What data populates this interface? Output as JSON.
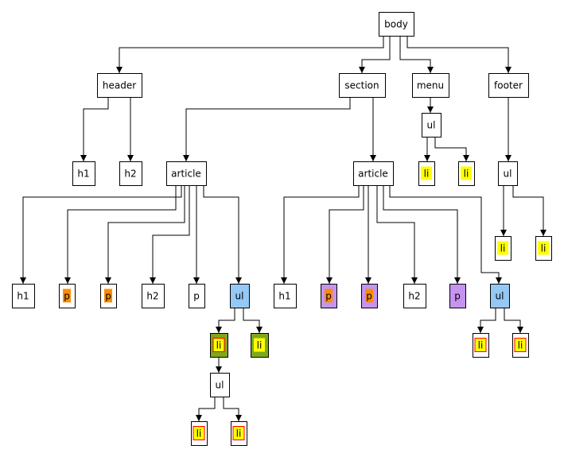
{
  "colors": {
    "plain": "#ffffff",
    "yellow": "#ffff00",
    "orange": "#ff8c00",
    "purple": "#c593f0",
    "blue": "#94c8f5",
    "green": "#7ca91c",
    "red_border": "#ff0000"
  },
  "nodes": [
    {
      "id": "body",
      "label": "body",
      "fill": "plain"
    },
    {
      "id": "header",
      "label": "header",
      "fill": "plain"
    },
    {
      "id": "section",
      "label": "section",
      "fill": "plain"
    },
    {
      "id": "menu",
      "label": "menu",
      "fill": "plain"
    },
    {
      "id": "footer",
      "label": "footer",
      "fill": "plain"
    },
    {
      "id": "header-h1",
      "label": "h1",
      "fill": "plain"
    },
    {
      "id": "header-h2",
      "label": "h2",
      "fill": "plain"
    },
    {
      "id": "article-1",
      "label": "article",
      "fill": "plain"
    },
    {
      "id": "article-2",
      "label": "article",
      "fill": "plain"
    },
    {
      "id": "menu-ul",
      "label": "ul",
      "fill": "plain"
    },
    {
      "id": "menu-li-1",
      "label": "li",
      "fill": "plain",
      "inner": "yellow"
    },
    {
      "id": "menu-li-2",
      "label": "li",
      "fill": "plain",
      "inner": "yellow"
    },
    {
      "id": "footer-ul",
      "label": "ul",
      "fill": "plain"
    },
    {
      "id": "footer-li-1",
      "label": "li",
      "fill": "plain",
      "inner": "yellow"
    },
    {
      "id": "footer-li-2",
      "label": "li",
      "fill": "plain",
      "inner": "yellow"
    },
    {
      "id": "a1-h1",
      "label": "h1",
      "fill": "plain"
    },
    {
      "id": "a1-p1",
      "label": "p",
      "fill": "plain",
      "inner": "orange"
    },
    {
      "id": "a1-p2",
      "label": "p",
      "fill": "plain",
      "inner": "orange"
    },
    {
      "id": "a1-h2",
      "label": "h2",
      "fill": "plain"
    },
    {
      "id": "a1-p3",
      "label": "p",
      "fill": "plain"
    },
    {
      "id": "a1-ul",
      "label": "ul",
      "fill": "blue"
    },
    {
      "id": "a1-li-1",
      "label": "li",
      "fill": "green",
      "inner": "yellow",
      "inner_border": "red_border"
    },
    {
      "id": "a1-li-2",
      "label": "li",
      "fill": "green",
      "inner": "yellow"
    },
    {
      "id": "a1-sub-ul",
      "label": "ul",
      "fill": "plain"
    },
    {
      "id": "a1-sub-li-1",
      "label": "li",
      "fill": "plain",
      "inner": "yellow",
      "inner_border": "red_border"
    },
    {
      "id": "a1-sub-li-2",
      "label": "li",
      "fill": "plain",
      "inner": "yellow",
      "inner_border": "red_border"
    },
    {
      "id": "a2-h1",
      "label": "h1",
      "fill": "plain"
    },
    {
      "id": "a2-p1",
      "label": "p",
      "fill": "purple",
      "inner": "orange"
    },
    {
      "id": "a2-p2",
      "label": "p",
      "fill": "purple",
      "inner": "orange"
    },
    {
      "id": "a2-h2",
      "label": "h2",
      "fill": "plain"
    },
    {
      "id": "a2-p3",
      "label": "p",
      "fill": "purple"
    },
    {
      "id": "a2-ul",
      "label": "ul",
      "fill": "blue"
    },
    {
      "id": "a2-li-1",
      "label": "li",
      "fill": "plain",
      "inner": "yellow",
      "inner_border": "red_border"
    },
    {
      "id": "a2-li-2",
      "label": "li",
      "fill": "plain",
      "inner": "yellow",
      "inner_border": "red_border"
    }
  ],
  "edges": [
    [
      "body",
      "header"
    ],
    [
      "body",
      "section"
    ],
    [
      "body",
      "menu"
    ],
    [
      "body",
      "footer"
    ],
    [
      "header",
      "header-h1"
    ],
    [
      "header",
      "header-h2"
    ],
    [
      "section",
      "article-1"
    ],
    [
      "section",
      "article-2"
    ],
    [
      "menu",
      "menu-ul"
    ],
    [
      "menu-ul",
      "menu-li-1"
    ],
    [
      "menu-ul",
      "menu-li-2"
    ],
    [
      "footer",
      "footer-ul"
    ],
    [
      "footer-ul",
      "footer-li-1"
    ],
    [
      "footer-ul",
      "footer-li-2"
    ],
    [
      "article-1",
      "a1-h1"
    ],
    [
      "article-1",
      "a1-p1"
    ],
    [
      "article-1",
      "a1-p2"
    ],
    [
      "article-1",
      "a1-h2"
    ],
    [
      "article-1",
      "a1-p3"
    ],
    [
      "article-1",
      "a1-ul"
    ],
    [
      "a1-ul",
      "a1-li-1"
    ],
    [
      "a1-ul",
      "a1-li-2"
    ],
    [
      "a1-li-1",
      "a1-sub-ul"
    ],
    [
      "a1-sub-ul",
      "a1-sub-li-1"
    ],
    [
      "a1-sub-ul",
      "a1-sub-li-2"
    ],
    [
      "article-2",
      "a2-h1"
    ],
    [
      "article-2",
      "a2-p1"
    ],
    [
      "article-2",
      "a2-p2"
    ],
    [
      "article-2",
      "a2-h2"
    ],
    [
      "article-2",
      "a2-p3"
    ],
    [
      "article-2",
      "a2-ul"
    ],
    [
      "a2-ul",
      "a2-li-1"
    ],
    [
      "a2-ul",
      "a2-li-2"
    ]
  ]
}
